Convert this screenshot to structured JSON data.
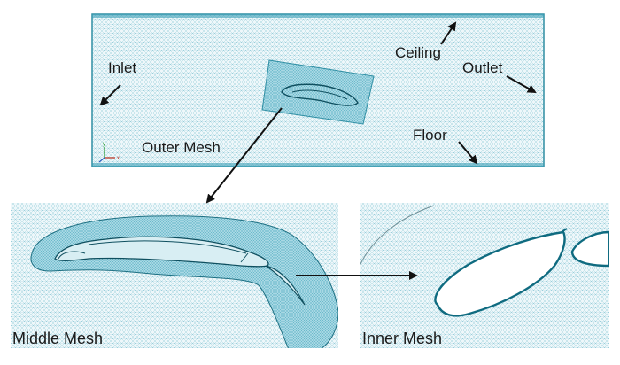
{
  "labels": {
    "inlet": "Inlet",
    "ceiling": "Ceiling",
    "outlet": "Outlet",
    "floor": "Floor",
    "outer_mesh": "Outer Mesh",
    "middle_mesh": "Middle Mesh",
    "inner_mesh": "Inner Mesh"
  },
  "axis_triad": {
    "x": "x",
    "y": "y"
  },
  "colors": {
    "mesh_background": "#eef7fa",
    "mesh_line": "#3a9fb5",
    "refined_region": "#a8d8e4",
    "dense_edge": "#0f6b80",
    "arrow": "#111111"
  }
}
